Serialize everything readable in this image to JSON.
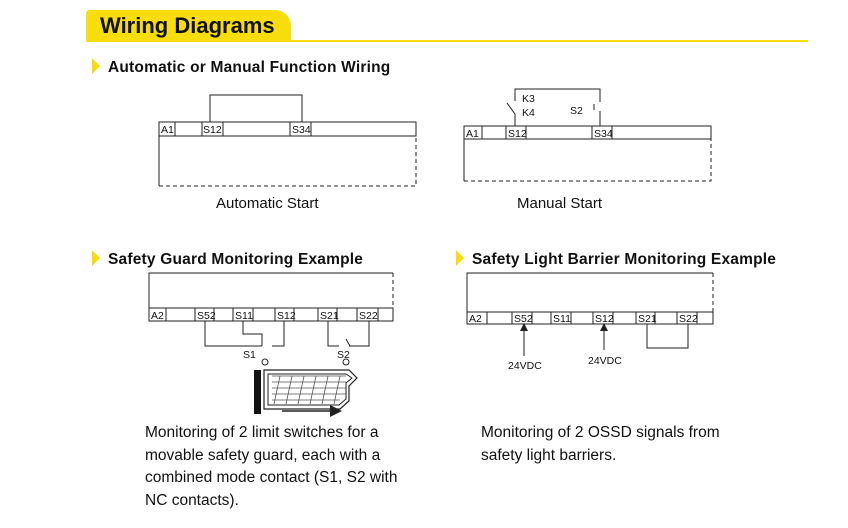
{
  "header": {
    "title": "Wiring Diagrams"
  },
  "sections": {
    "function_wiring": "Automatic or Manual Function Wiring",
    "guard_monitoring": "Safety Guard Monitoring Example",
    "light_barrier": "Safety Light Barrier Monitoring Example"
  },
  "automatic": {
    "caption": "Automatic Start",
    "terminals": [
      "A1",
      "S12",
      "S34"
    ]
  },
  "manual": {
    "caption": "Manual Start",
    "terminals": [
      "A1",
      "S12",
      "S34"
    ],
    "contacts": [
      "K3",
      "K4"
    ],
    "switch": "S2"
  },
  "guard": {
    "terminals": [
      "A2",
      "S52",
      "S11",
      "S12",
      "S21",
      "S22"
    ],
    "switches": [
      "S1",
      "S2"
    ],
    "description": "Monitoring of 2 limit switches for a movable safety guard, each with a combined mode contact (S1, S2 with NC contacts)."
  },
  "barrier": {
    "terminals": [
      "A2",
      "S52",
      "S11",
      "S12",
      "S21",
      "S22"
    ],
    "supply": [
      "24VDC",
      "24VDC"
    ],
    "description": "Monitoring of 2 OSSD signals from safety light barriers."
  },
  "colors": {
    "accent": "#f6dd0b",
    "line": "#222222"
  }
}
